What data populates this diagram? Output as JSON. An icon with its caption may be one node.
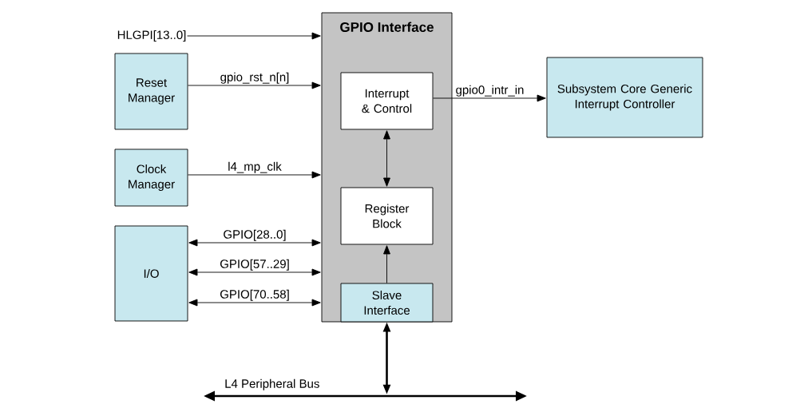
{
  "diagram": {
    "nodes": [
      {
        "text": [
          "HLGPI[13..0]"
        ]
      },
      {
        "text": [
          "Reset Manager"
        ]
      },
      {
        "text": [
          "Clock Manager"
        ]
      },
      {
        "text": [
          "I/O"
        ]
      },
      {
        "text": [
          "GPIO Interface"
        ]
      },
      {
        "text": [
          "Interrupt & Control"
        ],
        "in": 4
      },
      {
        "text": [
          "Register Block"
        ],
        "in": 4
      },
      {
        "text": [
          "Slave Interface"
        ],
        "in": 4
      },
      {
        "text": [
          "Subsystem Core Generic Interrupt Controller"
        ]
      },
      {
        "text": [],
        "shape": "bar",
        "beside": [
          "L4 Peripheral Bus"
        ]
      }
    ],
    "edges": [
      {
        "from": 0,
        "to": 4,
        "arrow": "to"
      },
      {
        "from": 1,
        "to": 4,
        "arrow": "to",
        "label": "gpio_rst_n[n]"
      },
      {
        "from": 2,
        "to": 4,
        "arrow": "to",
        "label": "l4_mp_clk"
      },
      {
        "from": 3,
        "to": 4,
        "arrow": "both",
        "label": "GPIO[28..0]"
      },
      {
        "from": 3,
        "to": 4,
        "arrow": "both",
        "label": "GPIO[57..29]"
      },
      {
        "from": 3,
        "to": 4,
        "arrow": "both",
        "label": "GPIO[70..58]"
      },
      {
        "from": 5,
        "to": 8,
        "arrow": "to",
        "label": "gpio0_intr_in"
      },
      {
        "from": 5,
        "to": 6,
        "arrow": "both"
      },
      {
        "from": 7,
        "to": 6,
        "arrow": "to"
      },
      {
        "from": 7,
        "to": 9,
        "arrow": "both",
        "style": "thick"
      }
    ]
  }
}
